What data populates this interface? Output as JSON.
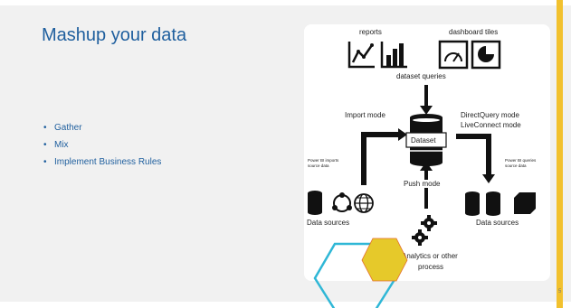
{
  "slide": {
    "title": "Mashup your data",
    "bullets": [
      "Gather",
      "Mix",
      "Implement Business Rules"
    ],
    "page_number": "5",
    "accent_color": "#f2c12e",
    "title_color": "#1f5f9e"
  },
  "diagram": {
    "reports_label": "reports",
    "dashboard_tiles_label": "dashboard tiles",
    "dataset_queries_label": "dataset queries",
    "import_mode_label": "Import mode",
    "directquery_mode_label": "DirectQuery mode",
    "liveconnect_mode_label": "LiveConnect mode",
    "dataset_label": "Dataset",
    "push_mode_label": "Push mode",
    "power_bi_imports_label_1": "Power BI imports",
    "power_bi_imports_label_2": "source data",
    "power_bi_queries_label_1": "Power BI queries",
    "power_bi_queries_label_2": "source data",
    "data_sources_left_label": "Data sources",
    "data_sources_right_label": "Data sources",
    "analytics_label_1": "Analytics or other",
    "analytics_label_2": "process"
  }
}
